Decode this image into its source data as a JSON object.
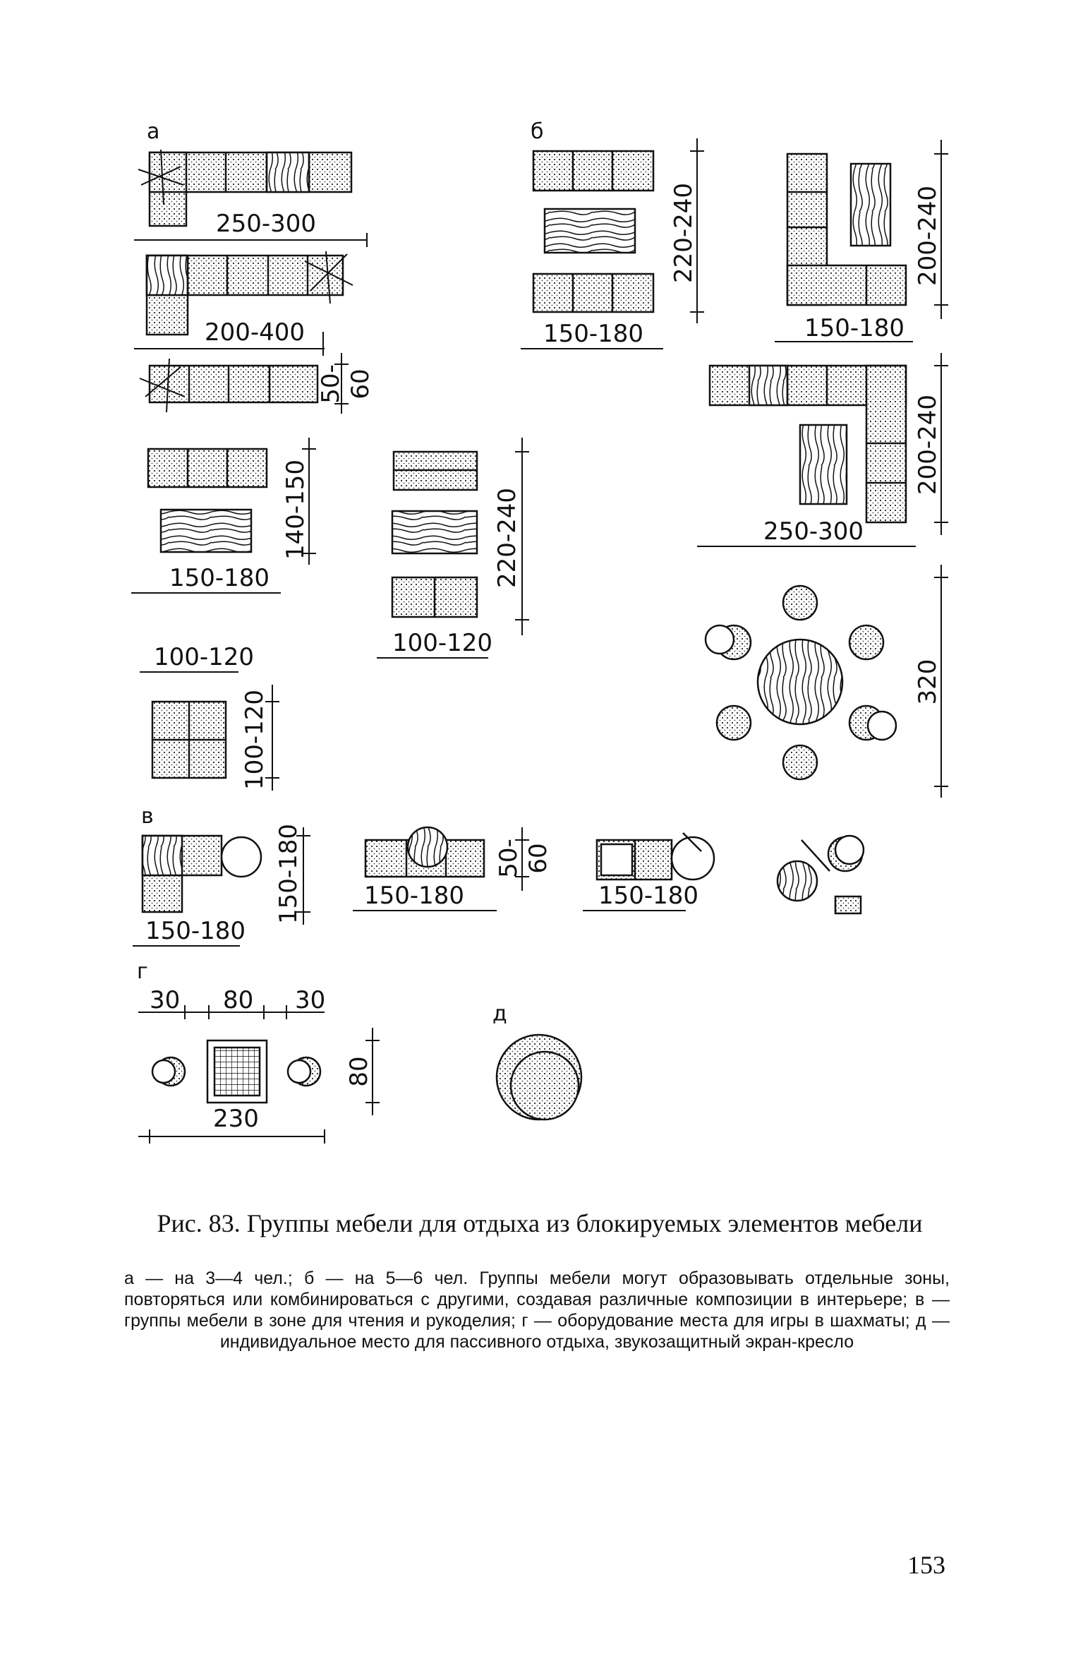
{
  "figure": {
    "panel_labels": {
      "a": "а",
      "b": "б",
      "v": "в",
      "g": "г",
      "d": "д"
    },
    "dimensions": {
      "a1": "250-300",
      "a2": "200-400",
      "a3": "50-",
      "a3b": "60",
      "a4w": "150-180",
      "a4h": "140-150",
      "a5w": "100-120",
      "a5h": "220-240",
      "a6w": "100-120",
      "a6h": "100-120",
      "b1w": "150-180",
      "b1h": "220-240",
      "b2w": "150-180",
      "b2h": "200-240",
      "b3w": "250-300",
      "b3h": "200-240",
      "b4h": "320",
      "v1w": "150-180",
      "v1h": "150-180",
      "v2w": "150-180",
      "v2h": "50-",
      "v2h2": "60",
      "v3w": "150-180",
      "g1": "30",
      "g2": "80",
      "g3": "30",
      "g4": "80",
      "g5": "230"
    }
  },
  "caption": {
    "title": "Рис. 83. Группы мебели для отдыха из блокируемых элементов мебели",
    "text": "а — на 3—4 чел.; б — на 5—6 чел. Группы мебели могут образовывать отдельные зоны, повторяться или комбинироваться с другими, создавая различные композиции в интерьере; в — группы мебели в зоне для чтения и рукоделия; г — оборудование места для игры в шахматы; д — индивидуальное место для пассивного отдыха, звукозащитный экран-кресло"
  },
  "page_number": "153"
}
